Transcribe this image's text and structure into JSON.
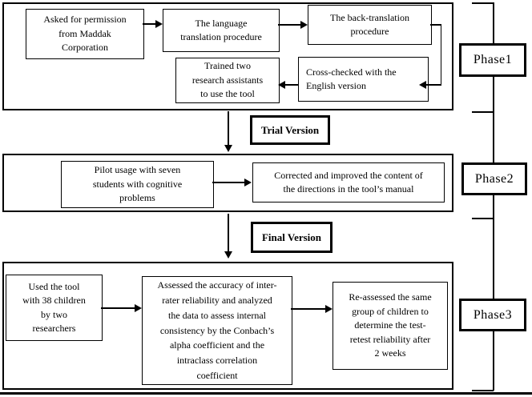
{
  "phase1": {
    "label": "Phase1",
    "permission": "Asked for permission\nfrom Maddak\nCorporation",
    "language": "The language\ntranslation procedure",
    "back_translation": "The back-translation\nprocedure",
    "cross_checked": "Cross-checked with the\nEnglish version",
    "trained": "Trained two\nresearch assistants\nto use the tool"
  },
  "phase2": {
    "label": "Phase2",
    "pilot": "Pilot usage with seven\nstudents with cognitive\nproblems",
    "corrected": "Corrected and improved the content of\nthe directions in the tool’s manual"
  },
  "phase3": {
    "label": "Phase3",
    "used_tool": "Used the tool\nwith 38 children\nby two\nresearchers",
    "assessed": "Assessed the accuracy of inter-\nrater reliability and analyzed\nthe data to assess internal\nconsistency by the Conbach’s\nalpha coefficient and the\nintraclass correlation\ncoefficient",
    "reassessed": "Re-assessed the same\ngroup of children to\ndetermine the test-\nretest reliability after\n2 weeks"
  },
  "milestones": {
    "trial": "Trial Version",
    "final": "Final Version"
  },
  "colors": {
    "line": "#000000",
    "background": "#ffffff",
    "text": "#000000"
  }
}
